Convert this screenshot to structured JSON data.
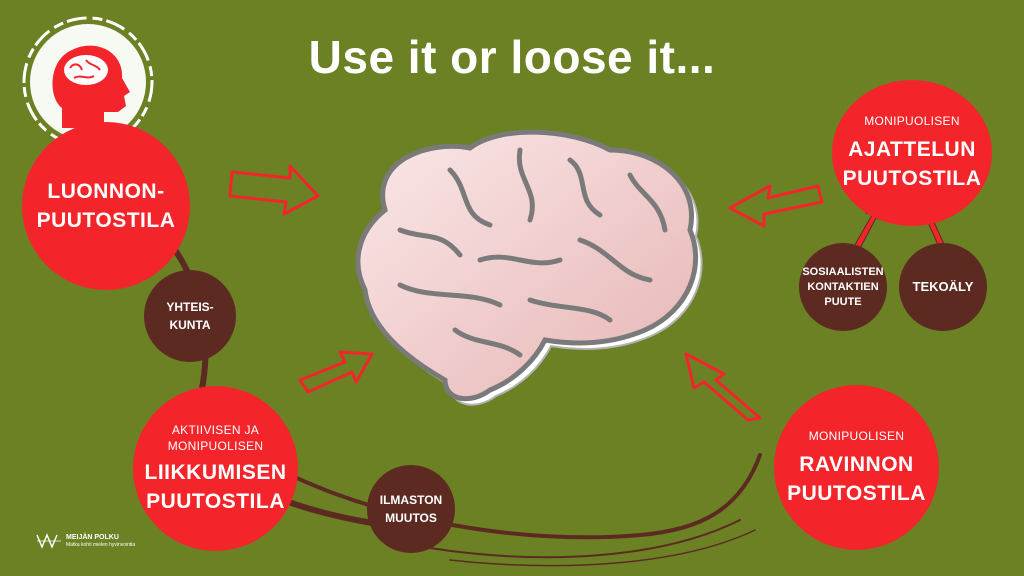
{
  "title": "Use it or loose it...",
  "nodes": {
    "luonto": {
      "line1": "LUONNON-",
      "line2": "PUUTOSTILA"
    },
    "yhteiskunta": {
      "line1": "YHTEIS-",
      "line2": "KUNTA"
    },
    "liikunta": {
      "pre1": "AKTIIVISEN JA",
      "pre2": "MONIPUOLISEN",
      "line1": "LIIKKUMISEN",
      "line2": "PUUTOSTILA"
    },
    "ilmasto": {
      "line1": "ILMASTON",
      "line2": "MUUTOS"
    },
    "ajattelu": {
      "pre": "MONIPUOLISEN",
      "line1": "AJATTELUN",
      "line2": "PUUTOSTILA"
    },
    "sosiaaliset": {
      "line1": "SOSIAALISTEN",
      "line2": "KONTAKTIEN",
      "line3": "PUUTE"
    },
    "tekoaly": {
      "label": "TEKOÄLY"
    },
    "ravinto": {
      "pre": "MONIPUOLISEN",
      "line1": "RAVINNON",
      "line2": "PUUTOSTILA"
    }
  },
  "logo": {
    "name": "MEIJÄN POLKU",
    "tagline": "Matka kohti mielen hyvinvointia"
  },
  "icons": [
    "head-brain-icon",
    "brain-illustration",
    "arrow-icon",
    "logo-mark-icon"
  ],
  "colors": {
    "background": "#6b8124",
    "accent_red": "#f4252a",
    "dark_brown": "#5d2a22",
    "white": "#ffffff"
  }
}
